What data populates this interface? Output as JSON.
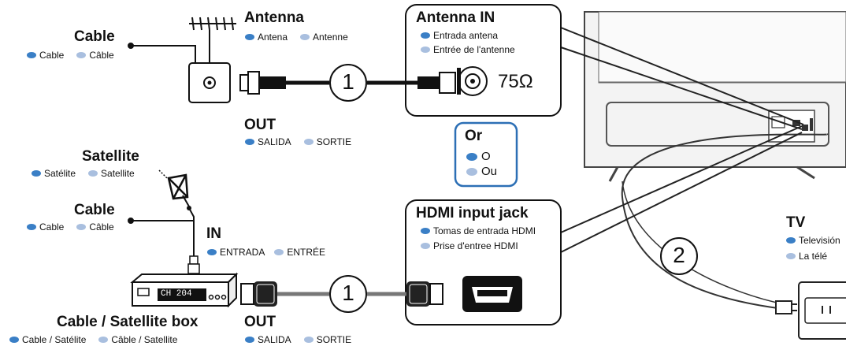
{
  "colors": {
    "spanish_dot": "#3a7fc6",
    "french_dot": "#a9bfdf",
    "or_box_border": "#2c6fb5",
    "cable_line": "#111111",
    "hdmi_cable": "#777777"
  },
  "antenna": {
    "title": "Antenna",
    "es": "Antena",
    "fr": "Antenne"
  },
  "cable_top": {
    "title": "Cable",
    "es": "Cable",
    "fr": "Câble"
  },
  "antenna_out": {
    "title": "OUT",
    "es": "SALIDA",
    "fr": "SORTIE"
  },
  "antenna_in": {
    "title": "Antenna IN",
    "es": "Entrada antena",
    "fr": "Entrée de l'antenne",
    "impedance": "75Ω"
  },
  "or_box": {
    "title": "Or",
    "es": "O",
    "fr": "Ou"
  },
  "satellite": {
    "title": "Satellite",
    "es": "Satélite",
    "fr": "Satellite"
  },
  "cable_mid": {
    "title": "Cable",
    "es": "Cable",
    "fr": "Câble"
  },
  "box_in": {
    "title": "IN",
    "es": "ENTRADA",
    "fr": "ENTRÉE"
  },
  "box_display": "CH 204",
  "box": {
    "title": "Cable / Satellite box",
    "es": "Cable / Satélite",
    "fr": "Câble / Satellite"
  },
  "box_out": {
    "title": "OUT",
    "es": "SALIDA",
    "fr": "SORTIE"
  },
  "hdmi": {
    "title": "HDMI input jack",
    "es": "Tomas de entrada HDMI",
    "fr": "Prise d'entree HDMI"
  },
  "tv": {
    "title": "TV",
    "es": "Televisión",
    "fr": "La télé"
  },
  "steps": {
    "step1": "1",
    "step2": "2"
  }
}
